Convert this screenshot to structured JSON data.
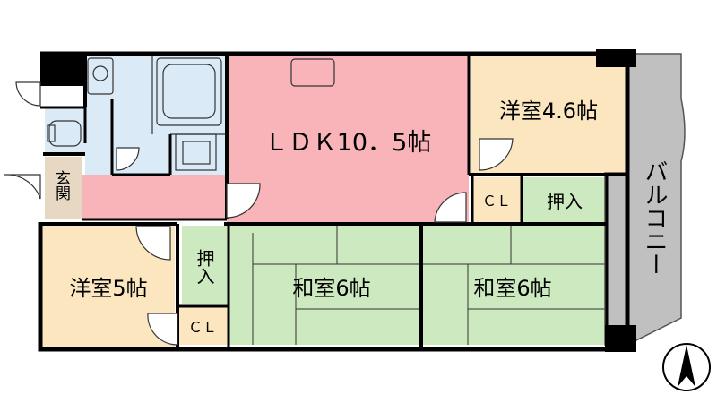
{
  "rooms": {
    "ldk": "ＬＤＫ10．5帖",
    "western_4_6": "洋室4.6帖",
    "western_5": "洋室5帖",
    "japanese_6_a": "和室6帖",
    "japanese_6_b": "和室6帖",
    "entrance": "玄関",
    "closet_upper": "ＣＬ",
    "closet_lower": "ＣＬ",
    "oshiire_upper": "押入",
    "oshiire_left": "押入",
    "balcony": "バルコニー"
  },
  "colors": {
    "ldk": "#f8b4b8",
    "western": "#fbe6c0",
    "japanese": "#cde9bf",
    "wet_area": "#dbeaf7",
    "entrance": "#e6d8c2",
    "balcony": "#c0c0c0",
    "wall": "#000000"
  },
  "icons": {
    "compass": "north-compass-icon"
  }
}
